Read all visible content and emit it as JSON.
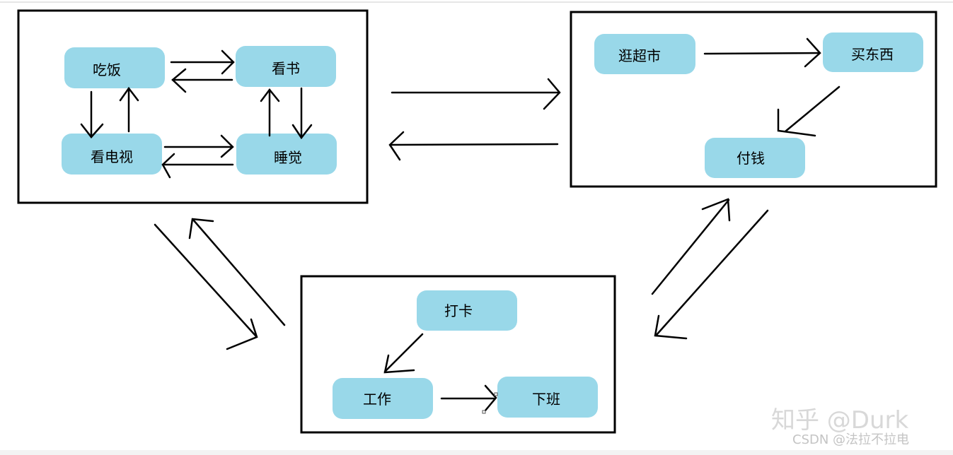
{
  "groups": {
    "home": {
      "nodes": {
        "eat": "吃饭",
        "read": "看书",
        "tv": "看电视",
        "sleep": "睡觉"
      }
    },
    "shopping": {
      "nodes": {
        "browse": "逛超市",
        "buy": "买东西",
        "pay": "付钱"
      }
    },
    "work": {
      "nodes": {
        "clockin": "打卡",
        "work": "工作",
        "offduty": "下班"
      }
    }
  },
  "watermark": {
    "brand": "知乎 @Durk",
    "credit": "CSDN @法拉不拉电"
  }
}
